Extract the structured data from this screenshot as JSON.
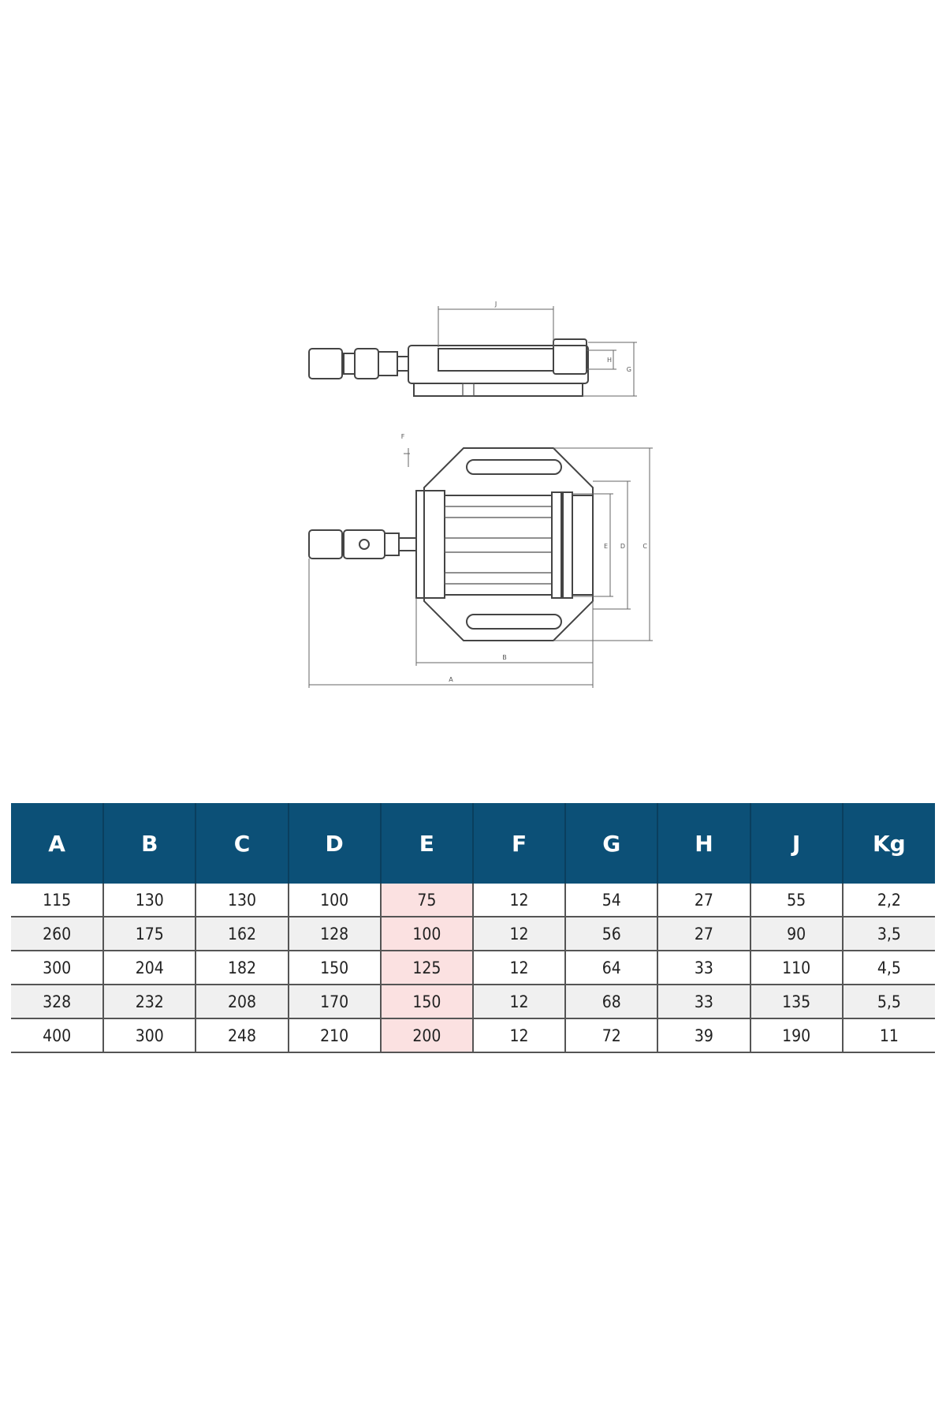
{
  "drawing": {
    "dimension_labels": [
      "J",
      "H",
      "G",
      "F",
      "E",
      "D",
      "C",
      "B",
      "A"
    ]
  },
  "spec_table": {
    "headers": [
      "A",
      "B",
      "C",
      "D",
      "E",
      "F",
      "G",
      "H",
      "J",
      "Kg"
    ],
    "highlight_column": "E",
    "highlight_color": "#fbe1e1",
    "header_color": "#0c5077",
    "rows": [
      [
        "115",
        "130",
        "130",
        "100",
        "75",
        "12",
        "54",
        "27",
        "55",
        "2,2"
      ],
      [
        "260",
        "175",
        "162",
        "128",
        "100",
        "12",
        "56",
        "27",
        "90",
        "3,5"
      ],
      [
        "300",
        "204",
        "182",
        "150",
        "125",
        "12",
        "64",
        "33",
        "110",
        "4,5"
      ],
      [
        "328",
        "232",
        "208",
        "170",
        "150",
        "12",
        "68",
        "33",
        "135",
        "5,5"
      ],
      [
        "400",
        "300",
        "248",
        "210",
        "200",
        "12",
        "72",
        "39",
        "190",
        "11"
      ]
    ]
  }
}
